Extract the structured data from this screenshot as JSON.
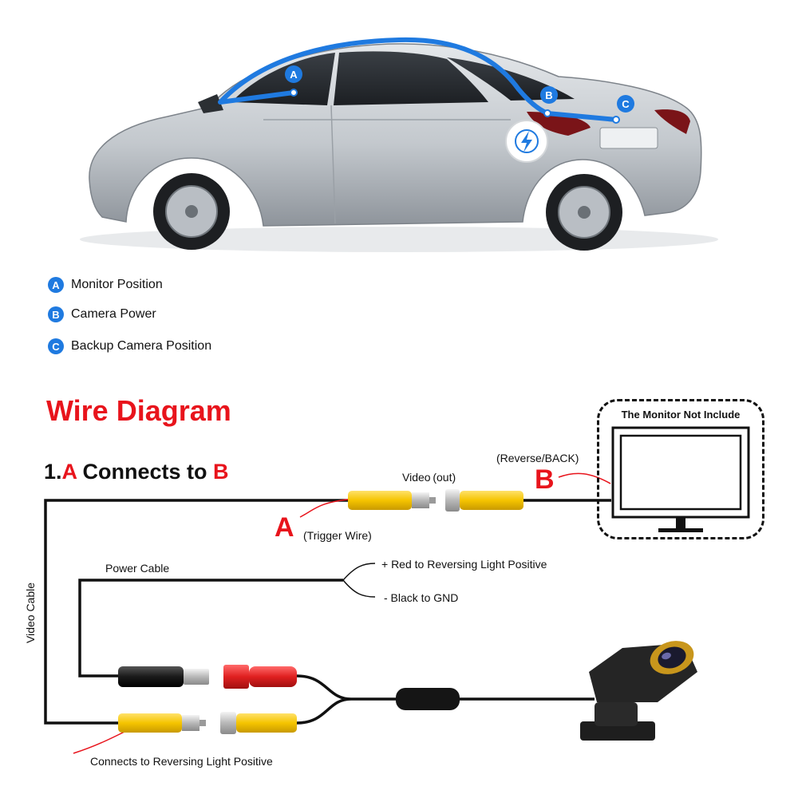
{
  "legend": [
    {
      "badge": "A",
      "label": "Monitor Position"
    },
    {
      "badge": "B",
      "label": "Camera Power"
    },
    {
      "badge": "C",
      "label": "Backup Camera Position"
    }
  ],
  "car_markers": [
    "A",
    "B",
    "C"
  ],
  "diagram": {
    "title": "Wire Diagram",
    "step_number": "1.",
    "step_from": "A",
    "step_connects": " Connects to ",
    "step_to": "B",
    "video_out": "Video (out)",
    "reverse_back": "(Reverse/BACK)",
    "letter_a": "A",
    "trigger_wire": "(Trigger Wire)",
    "letter_b": "B",
    "monitor_note": "The Monitor Not Include",
    "power_cable": "Power Cable",
    "red_wire": "+ Red to Reversing Light Positive",
    "black_wire": "- Black to GND",
    "video_cable": "Video Cable",
    "reversing_light": "Connects to Reversing Light Positive"
  },
  "colors": {
    "accent_blue": "#1f7ae0",
    "title_red": "#e8141c",
    "rca_yellow": "#f5c400",
    "rca_red": "#e02020",
    "car_silver": "#c9cdd2"
  },
  "icons": [
    "power-bolt-icon",
    "rear-camera-icon",
    "monitor-icon"
  ]
}
